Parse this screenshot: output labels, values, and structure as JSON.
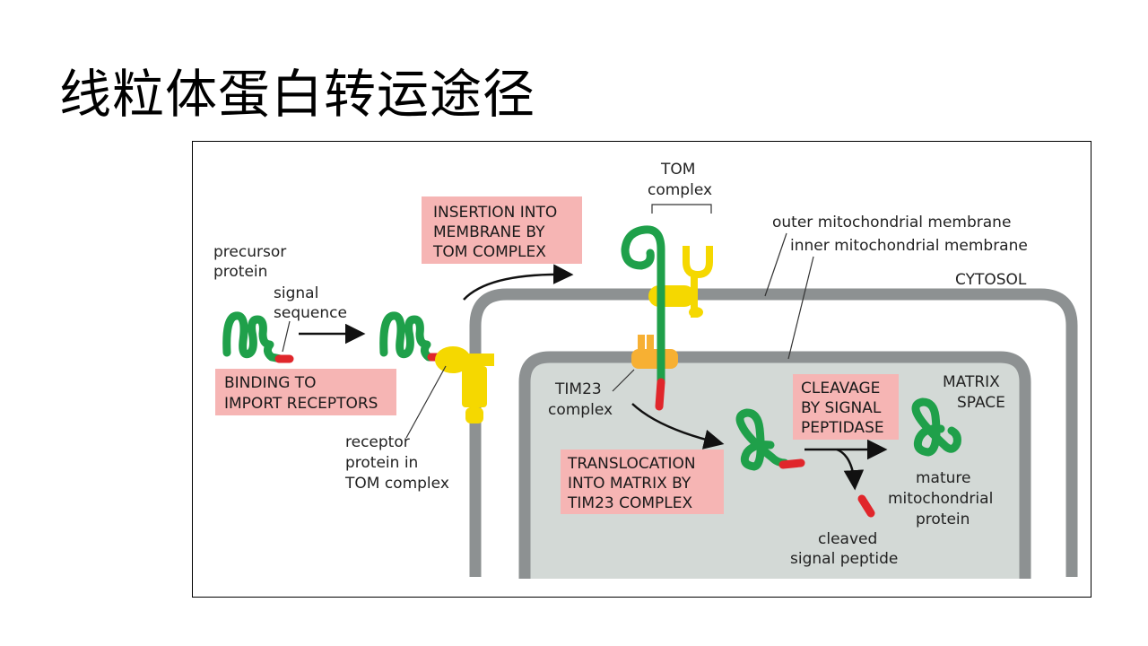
{
  "slide": {
    "title": "线粒体蛋白转运途径"
  },
  "diagram": {
    "labels": {
      "precursor_protein": [
        "precursor",
        "protein"
      ],
      "signal_sequence": [
        "signal",
        "sequence"
      ],
      "receptor_protein": [
        "receptor",
        "protein in",
        "TOM complex"
      ],
      "tom_complex": [
        "TOM",
        "complex"
      ],
      "tim23_complex": [
        "TIM23",
        "complex"
      ],
      "outer_membrane": "outer mitochondrial membrane",
      "inner_membrane": "inner mitochondrial membrane",
      "cytosol": "CYTOSOL",
      "matrix_space": [
        "MATRIX",
        "SPACE"
      ],
      "mature_protein": [
        "mature",
        "mitochondrial",
        "protein"
      ],
      "cleaved_peptide": [
        "cleaved",
        "signal peptide"
      ]
    },
    "steps": {
      "binding": [
        "BINDING TO",
        "IMPORT RECEPTORS"
      ],
      "insertion": [
        "INSERTION INTO",
        "MEMBRANE BY",
        "TOM COMPLEX"
      ],
      "translocation": [
        "TRANSLOCATION",
        "INTO MATRIX BY",
        "TIM23 COMPLEX"
      ],
      "cleavage": [
        "CLEAVAGE",
        "BY SIGNAL",
        "PEPTIDASE"
      ]
    },
    "colors": {
      "protein": "#1fa04a",
      "signal": "#e0262b",
      "tom": "#f5d800",
      "tim23": "#f7b033",
      "membrane": "#8d9192",
      "matrix": "#d3d9d6",
      "step_box": "#f6b5b4"
    }
  }
}
